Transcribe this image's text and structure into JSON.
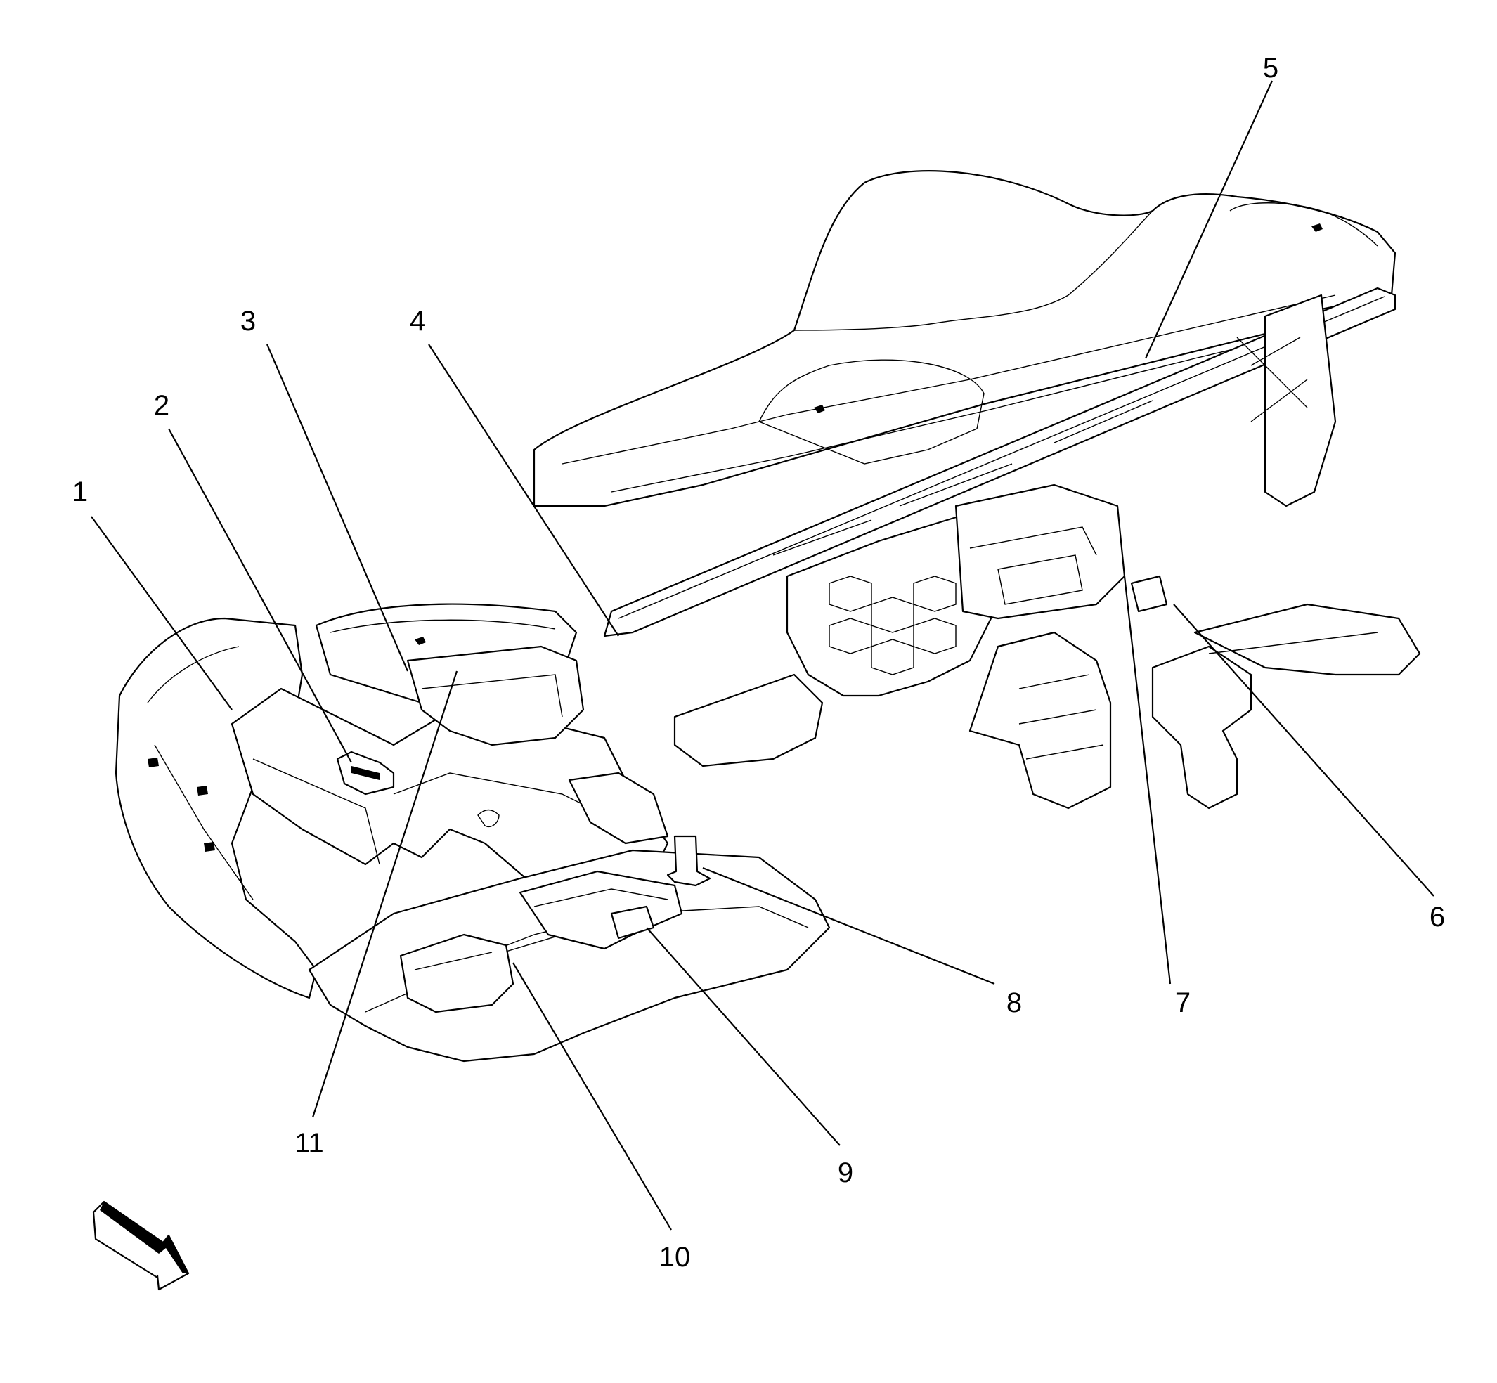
{
  "figure": {
    "callouts": [
      {
        "id": "1",
        "label": "1"
      },
      {
        "id": "2",
        "label": "2"
      },
      {
        "id": "3",
        "label": "3"
      },
      {
        "id": "4",
        "label": "4"
      },
      {
        "id": "5",
        "label": "5"
      },
      {
        "id": "6",
        "label": "6"
      },
      {
        "id": "7",
        "label": "7"
      },
      {
        "id": "8",
        "label": "8"
      },
      {
        "id": "9",
        "label": "9"
      },
      {
        "id": "10",
        "label": "10"
      },
      {
        "id": "11",
        "label": "11"
      }
    ],
    "line_color": "#000000",
    "background_color": "#ffffff",
    "view_indicator_icon": "front-view-arrow-icon"
  }
}
